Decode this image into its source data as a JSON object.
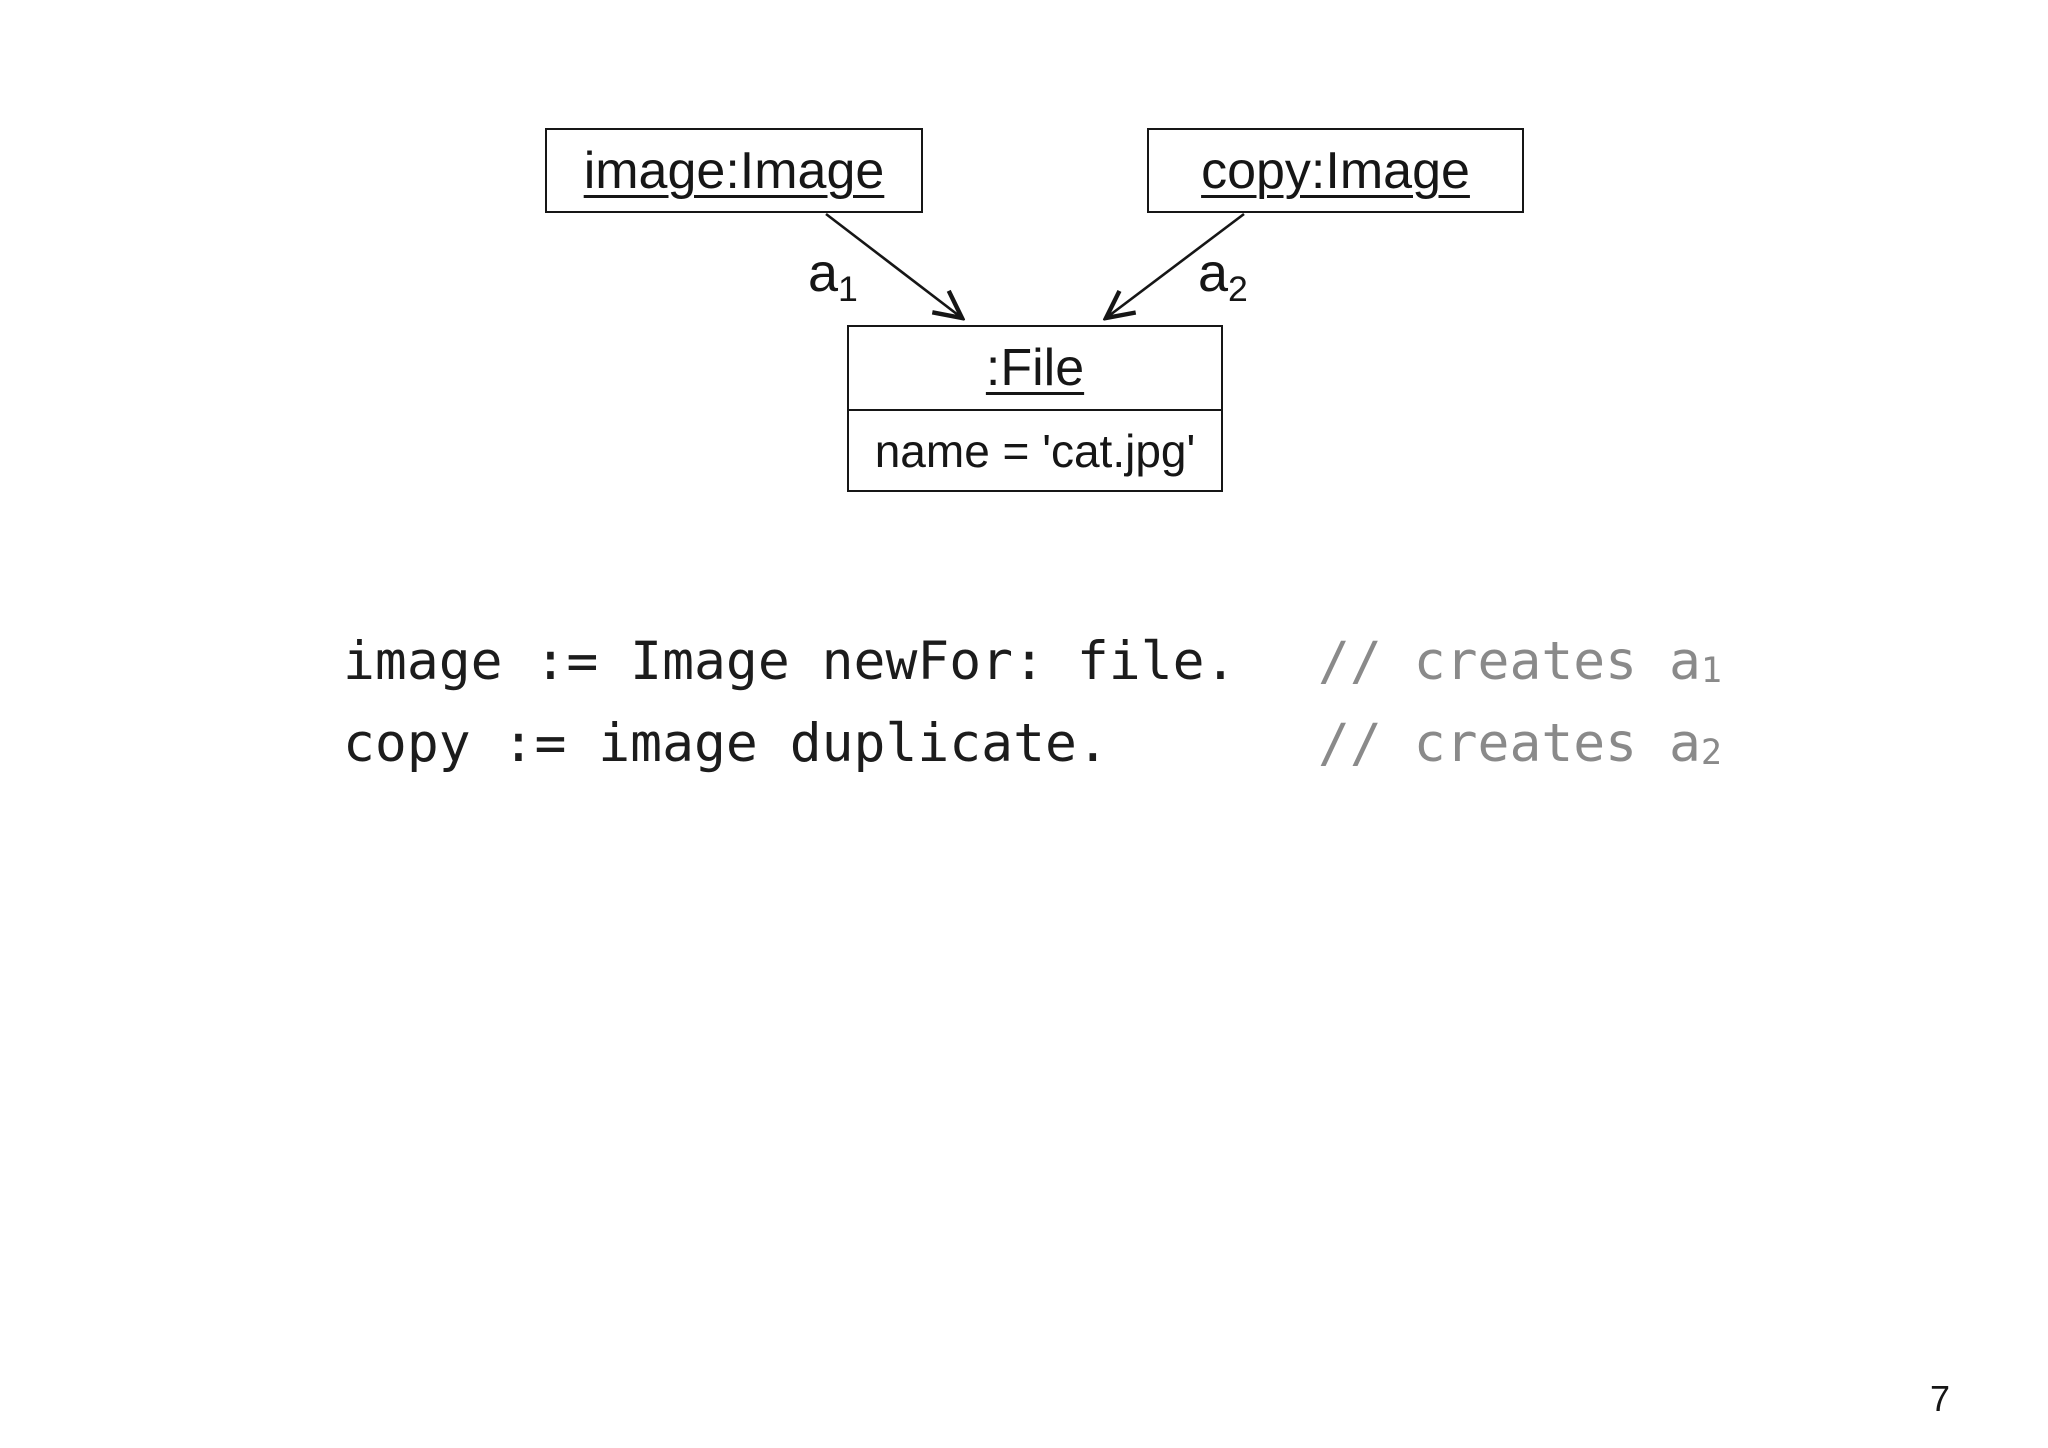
{
  "diagram": {
    "objects": [
      {
        "title": "image:Image"
      },
      {
        "title": "copy:Image"
      }
    ],
    "file_object": {
      "title": ":File",
      "attribute": "name = 'cat.jpg'"
    },
    "links": [
      {
        "label_base": "a",
        "label_sub": "1"
      },
      {
        "label_base": "a",
        "label_sub": "2"
      }
    ]
  },
  "code": {
    "lines": [
      {
        "code": "image := Image newFor: file.",
        "comment": "// creates a",
        "comment_sub": "1"
      },
      {
        "code": "copy := image duplicate.",
        "comment": "// creates a",
        "comment_sub": "2"
      }
    ]
  },
  "footer": {
    "page_number": "7"
  },
  "colors": {
    "background": "#ffffff",
    "line_and_text": "#161616",
    "code_text": "#1c1c1c",
    "comment_gray": "#8a8a8a"
  }
}
